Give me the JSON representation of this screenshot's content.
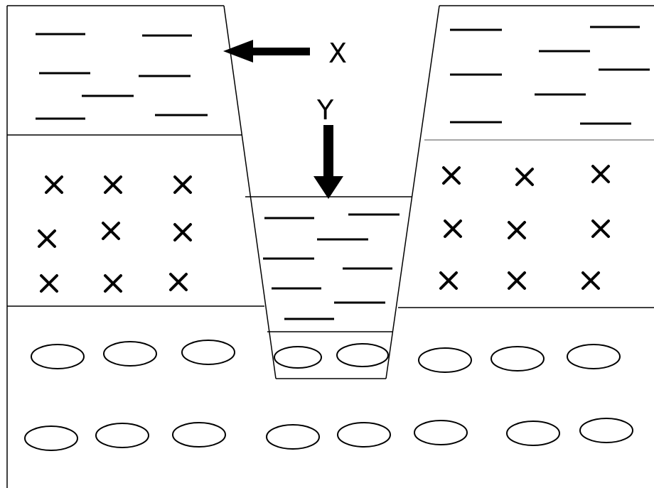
{
  "labels": {
    "arrow_x": "X",
    "arrow_y": "Y"
  },
  "colors": {
    "ink": "#000000",
    "background": "#ffffff",
    "boundary_gray": "#888888"
  },
  "legend_symbols": [
    "dash-lines-layer",
    "cross-layer",
    "oval-pebble-layer"
  ]
}
